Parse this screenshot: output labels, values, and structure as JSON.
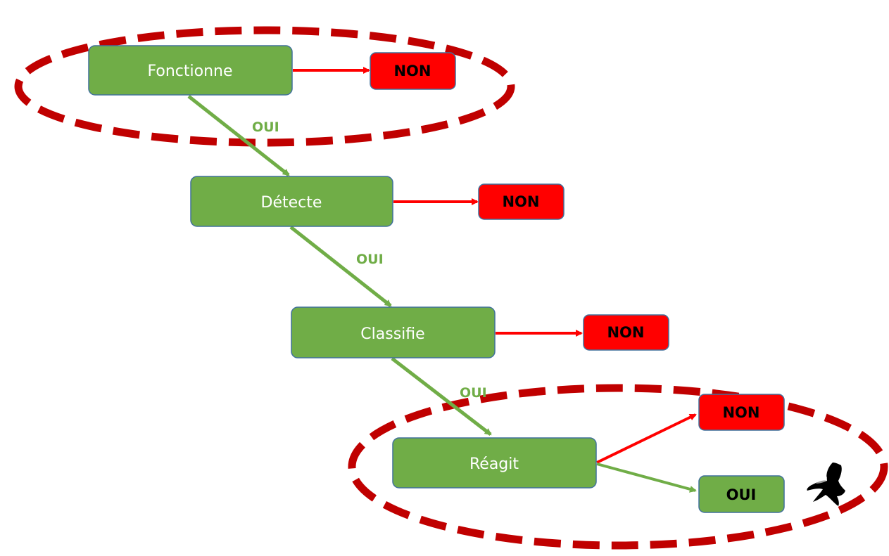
{
  "colors": {
    "step_fill": "#70ad47",
    "step_border": "#41719c",
    "no_fill": "#ff0000",
    "yes_fill": "#70ad47",
    "arrow_red": "#ff0000",
    "arrow_green": "#70ad47",
    "highlight_ellipse": "#c00000"
  },
  "steps": [
    {
      "label": "Fonctionne",
      "no_label": "NON",
      "yes_label": "OUI"
    },
    {
      "label": "Détecte",
      "no_label": "NON",
      "yes_label": "OUI"
    },
    {
      "label": "Classifie",
      "no_label": "NON",
      "yes_label": "OUI"
    },
    {
      "label": "Réagit",
      "no_label": "NON",
      "yes_label": "OUI"
    }
  ],
  "highlights": [
    "steps.0",
    "steps.3"
  ],
  "icons": {
    "bird": "bird-of-prey-icon"
  }
}
